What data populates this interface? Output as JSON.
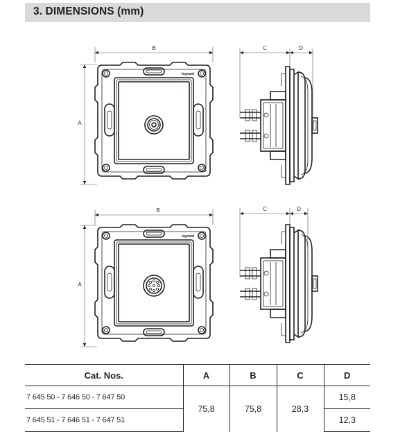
{
  "section": {
    "title": "3. DIMENSIONS (mm)"
  },
  "drawings": {
    "brand_mark": "legrand",
    "top": {
      "front_labels": {
        "width": "B",
        "height": "A"
      },
      "side_labels": {
        "depth_c": "C",
        "depth_d": "D"
      }
    },
    "bottom": {
      "front_labels": {
        "width": "B",
        "height": "A"
      },
      "side_labels": {
        "depth_c": "C",
        "depth_d": "D"
      }
    }
  },
  "table": {
    "headers": [
      "Cat. Nos.",
      "A",
      "B",
      "C",
      "D"
    ],
    "rows": [
      {
        "cat_nos": "7 645 50 - 7 646 50 - 7 647 50",
        "d": "15,8"
      },
      {
        "cat_nos": "7 645 51 - 7 646 51 - 7 647 51",
        "d": "12,3"
      }
    ],
    "shared": {
      "a": "75,8",
      "b": "75,8",
      "c": "28,3"
    }
  }
}
